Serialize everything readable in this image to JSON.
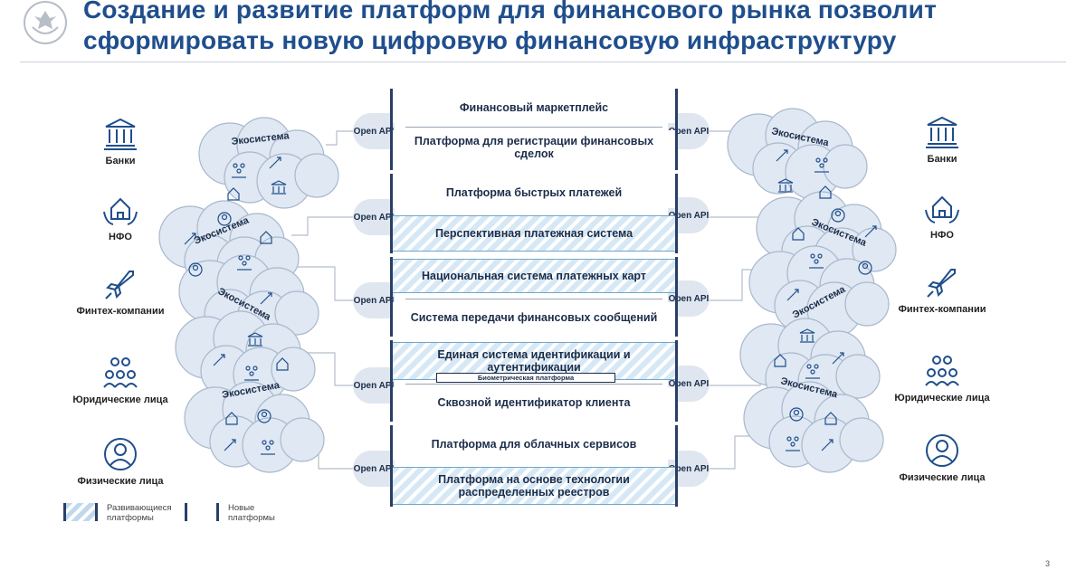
{
  "header": {
    "title": "Создание и развитие платформ для финансового рынка позволит сформировать новую цифровую финансовую инфраструктуру",
    "logo_icon": "central-bank-emblem-icon"
  },
  "actors_left": [
    {
      "label": "Банки",
      "icon": "bank-icon"
    },
    {
      "label": "НФО",
      "icon": "house-hands-icon"
    },
    {
      "label": "Финтех-компании",
      "icon": "rocket-icon"
    },
    {
      "label": "Юридические лица",
      "icon": "people-group-icon"
    },
    {
      "label": "Физические лица",
      "icon": "person-icon"
    }
  ],
  "actors_right": [
    {
      "label": "Банки",
      "icon": "bank-icon"
    },
    {
      "label": "НФО",
      "icon": "house-hands-icon"
    },
    {
      "label": "Финтех-компании",
      "icon": "rocket-icon"
    },
    {
      "label": "Юридические лица",
      "icon": "people-group-icon"
    },
    {
      "label": "Физические лица",
      "icon": "person-icon"
    }
  ],
  "ecosystem_label": "Экосистема",
  "open_api_label": "Open API",
  "platforms": [
    {
      "name": "Финансовый маркетплейс",
      "status": "new"
    },
    {
      "name": "Платформа для регистрации финансовых сделок",
      "status": "new"
    },
    {
      "name": "Платформа быстрых платежей",
      "status": "new"
    },
    {
      "name": "Перспективная платежная система",
      "status": "developing"
    },
    {
      "name": "Национальная система платежных карт",
      "status": "developing"
    },
    {
      "name": "Система передачи финансовых сообщений",
      "status": "new"
    },
    {
      "name": "Единая система идентификации и аутентификации",
      "status": "developing"
    },
    {
      "name": "Сквозной идентификатор клиента",
      "status": "new"
    },
    {
      "name": "Платформа для облачных сервисов",
      "status": "new"
    },
    {
      "name": "Платформа на основе технологии распределенных реестров",
      "status": "developing"
    }
  ],
  "biometric_platform": "Биометрическая платформа",
  "legend": {
    "developing": "Развивающиеся платформы",
    "new": "Новые платформы"
  },
  "colors": {
    "title": "#1f4e8c",
    "frame": "#2a3f66",
    "cloud_fill": "#dfe8f3",
    "cloud_stroke": "#a9b8cc",
    "hatch": "#d6e8f5",
    "icon": "#1f4e8c"
  },
  "page_number": "3"
}
